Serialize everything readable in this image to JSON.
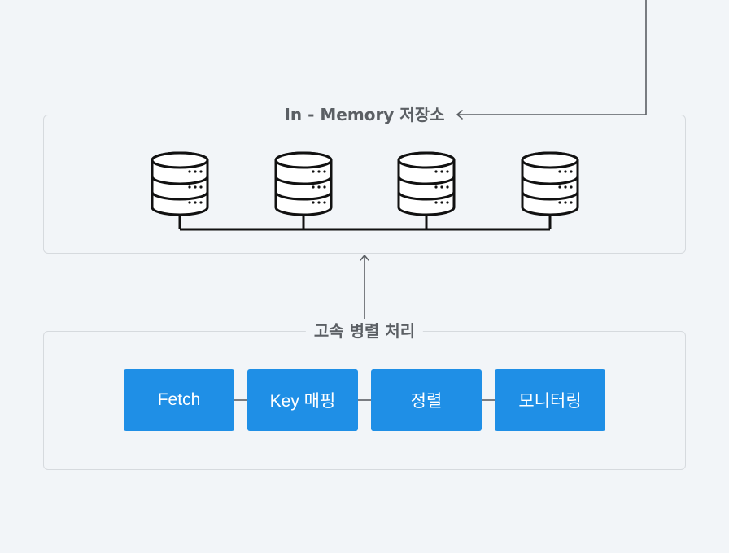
{
  "memory_store": {
    "title": "In - Memory 저장소",
    "icons": [
      "database-icon",
      "database-icon",
      "database-icon",
      "database-icon"
    ]
  },
  "parallel_processing": {
    "title": "고속 병렬 처리",
    "steps": [
      "Fetch",
      "Key 매핑",
      "정렬",
      "모니터링"
    ]
  },
  "colors": {
    "step_fill": "#1f8fe6",
    "title_text": "#5b5f64",
    "box_border": "#d6dade",
    "background": "#f2f5f8"
  }
}
